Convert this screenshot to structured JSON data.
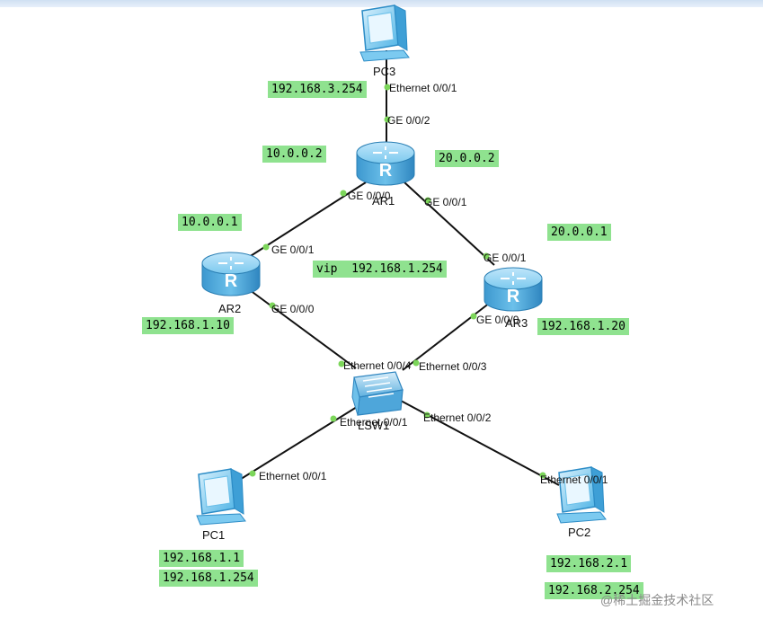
{
  "devices": {
    "pc3": "PC3",
    "ar1": "AR1",
    "ar2": "AR2",
    "ar3": "AR3",
    "lsw1": "LSW1",
    "pc1": "PC1",
    "pc2": "PC2"
  },
  "ports": {
    "pc3_eth": "Ethernet 0/0/1",
    "ar1_ge002": "GE 0/0/2",
    "ar1_ge000": "GE 0/0/0",
    "ar1_ge001": "GE 0/0/1",
    "ar2_ge001": "GE 0/0/1",
    "ar2_ge000": "GE 0/0/0",
    "ar3_ge001": "GE 0/0/1",
    "ar3_ge000": "GE 0/0/0",
    "lsw_e4": "Ethernet 0/0/4",
    "lsw_e3": "Ethernet 0/0/3",
    "lsw_e1": "Ethernet 0/0/1",
    "lsw_e2": "Ethernet 0/0/2",
    "pc1_eth": "Ethernet 0/0/1",
    "pc2_eth": "Ethernet 0/0/1"
  },
  "ip_labels": {
    "pc3_ip": "192.168.3.254",
    "ar1_left": "10.0.0.2",
    "ar1_right": "20.0.0.2",
    "ar2_top": "10.0.0.1",
    "ar3_top": "20.0.0.1",
    "vip": "vip  192.168.1.254",
    "ar2_bottom": "192.168.1.10",
    "ar3_bottom": "192.168.1.20",
    "pc1_ip": "192.168.1.1",
    "pc1_gw": "192.168.1.254",
    "pc2_ip": "192.168.2.1",
    "pc2_gw": "192.168.2.254"
  },
  "watermark": "@稀土掘金技术社区",
  "colors": {
    "link": "#111111",
    "port_dot": "#7cd65a",
    "label_bg": "#8fe28f",
    "router": "#4aa8d8",
    "pc": "#69c3ee"
  },
  "icons": {
    "router": "router-icon",
    "switch": "switch-icon",
    "pc": "pc-icon"
  }
}
